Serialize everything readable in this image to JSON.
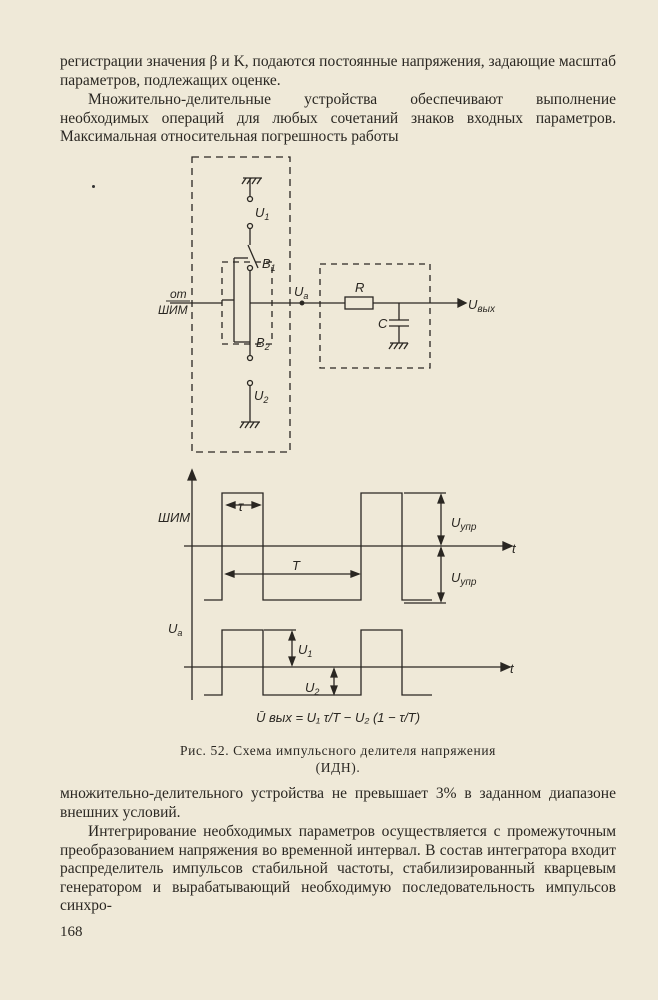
{
  "text": {
    "p1": "регистрации значения β и K, подаются постоянные напряжения, задающие масштаб параметров, подлежащих оценке.",
    "p2": "Множительно-делительные устройства обеспечивают выполнение необходимых операций для любых сочетаний знаков входных параметров. Максимальная относительная погрешность работы",
    "p3": "множительно-делительного устройства не превышает 3% в заданном диапазоне внешних условий.",
    "p4": "Интегрирование необходимых параметров осуществляется с промежуточным преобразованием напряжения во временной интервал. В состав интегратора входит распределитель импульсов стабильной частоты, стабилизированный кварцевым генератором и вырабатывающий необходимую последовательность импульсов синхро-"
  },
  "figure": {
    "schematic": {
      "from_top": "от",
      "from_bottom": "ШИМ",
      "u1": "U",
      "u1_sub": "1",
      "b1": "В",
      "b1_sub": "1",
      "b2": "В",
      "b2_sub": "2",
      "u2": "U",
      "u2_sub": "2",
      "ua": "U",
      "ua_sub": "a",
      "r": "R",
      "c": "C",
      "uout": "U",
      "uout_sub": "вых"
    },
    "timing": {
      "shim_label": "ШИМ",
      "tau": "τ",
      "period": "T",
      "uupr1": "U",
      "uupr1_sub": "упр",
      "uupr2": "U",
      "uupr2_sub": "упр",
      "t1": "t",
      "ua_label": "U",
      "ua_label_sub": "a",
      "u1": "U",
      "u1_sub": "1",
      "u2": "U",
      "u2_sub": "2",
      "t2": "t"
    },
    "formula": "Ū вых = U₁ τ/T − U₂ (1 − τ/T)"
  },
  "caption": {
    "line1": "Рис. 52. Схема импульсного делителя напряжения",
    "line2": "(ИДН)."
  },
  "page_number": "168"
}
